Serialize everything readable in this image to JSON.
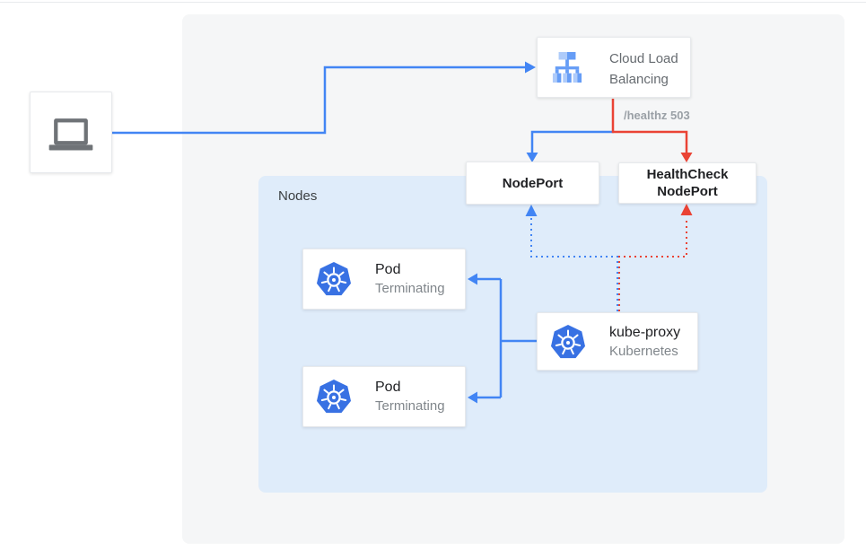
{
  "diagram": {
    "nodes_group": {
      "label": "Nodes"
    },
    "client": {
      "icon": "laptop-icon"
    },
    "load_balancer": {
      "icon": "cloud-load-balancing-icon",
      "label": "Cloud Load Balancing"
    },
    "edge_labels": {
      "healthz": "/healthz 503"
    },
    "nodeport": {
      "label": "NodePort"
    },
    "healthcheck_nodeport": {
      "label": "HealthCheck NodePort"
    },
    "pods": [
      {
        "icon": "kubernetes-icon",
        "title": "Pod",
        "subtitle": "Terminating"
      },
      {
        "icon": "kubernetes-icon",
        "title": "Pod",
        "subtitle": "Terminating"
      }
    ],
    "kube_proxy": {
      "icon": "kubernetes-icon",
      "title": "kube-proxy",
      "subtitle": "Kubernetes"
    },
    "colors": {
      "flow_blue": "#4285f4",
      "flow_red": "#ea4335",
      "kubernetes_blue": "#3871e3",
      "lb_icon_blue": "#669df6",
      "lb_icon_light_blue": "#aecbfa",
      "laptop_gray": "#6f7377",
      "nodes_bg": "#dfecfa",
      "panel_bg": "#f5f6f7",
      "card_border": "#e7e9ec",
      "title_text": "#202124",
      "muted_text": "#80868b",
      "label_gray": "#666b70",
      "healthz_gray": "#9aa0a6",
      "nodes_label_text": "#3c4043"
    }
  }
}
